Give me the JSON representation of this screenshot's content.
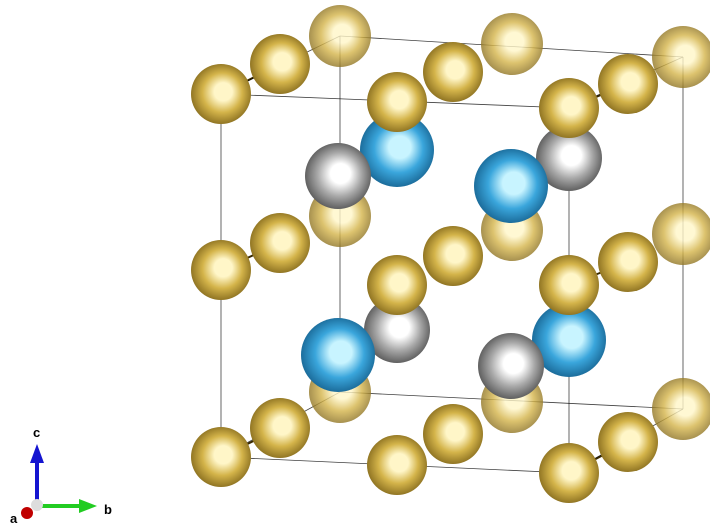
{
  "viewer": {
    "background": "#ffffff",
    "cell_edge_color": "#000000"
  },
  "axes": {
    "a_label": "a",
    "b_label": "b",
    "c_label": "c",
    "a_color": "#c00000",
    "b_color": "#22cc22",
    "c_color": "#1515d0",
    "origin_color": "#dddddd"
  },
  "atom_species": {
    "gold": {
      "color": "#d4b44a",
      "dark": "#6e5510"
    },
    "blue": {
      "color": "#3aa6dc",
      "dark": "#0c4f7a"
    },
    "gray": {
      "color": "#a9a9a9",
      "dark": "#3a3a3a"
    }
  },
  "structure": {
    "corner_sites": 8,
    "edge_sites": 12,
    "face_center_sites": 6,
    "body_center_sites": 1,
    "interior_blue_sites": 4,
    "interior_gray_sites": 4
  }
}
